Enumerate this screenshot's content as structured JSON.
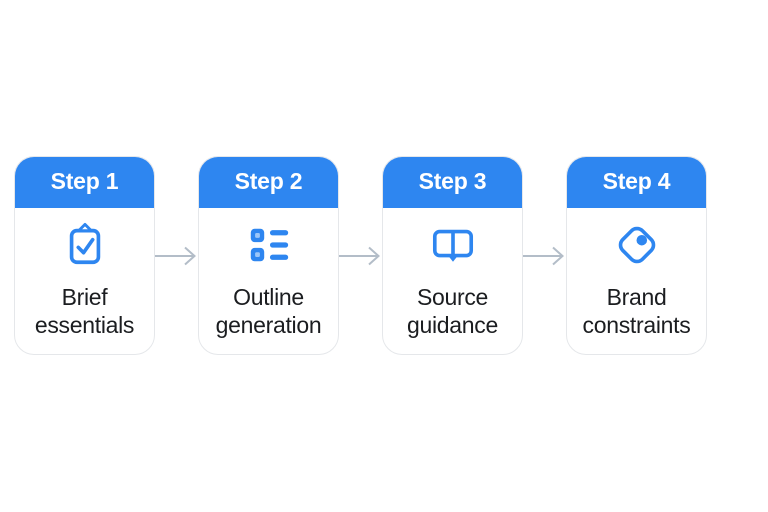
{
  "diagram": {
    "type": "flow",
    "direction": "left-to-right",
    "steps": [
      {
        "step_label": "Step 1",
        "label": "Brief essentials",
        "icon": "clipboard-check-icon"
      },
      {
        "step_label": "Step 2",
        "label": "Outline generation",
        "icon": "checklist-icon"
      },
      {
        "step_label": "Step 3",
        "label": "Source guidance",
        "icon": "book-open-icon"
      },
      {
        "step_label": "Step 4",
        "label": "Brand constraints",
        "icon": "tag-icon"
      }
    ],
    "connector": "arrow-right"
  },
  "colors": {
    "accent_blue": "#2E86F0",
    "checklist_inner_blue": "#9CC6F8",
    "card_border": "#E5E7EA",
    "label_text": "#1B1D20",
    "arrow_gray": "#B3BDC8",
    "header_text": "#FFFFFF",
    "background": "#FFFFFF"
  }
}
